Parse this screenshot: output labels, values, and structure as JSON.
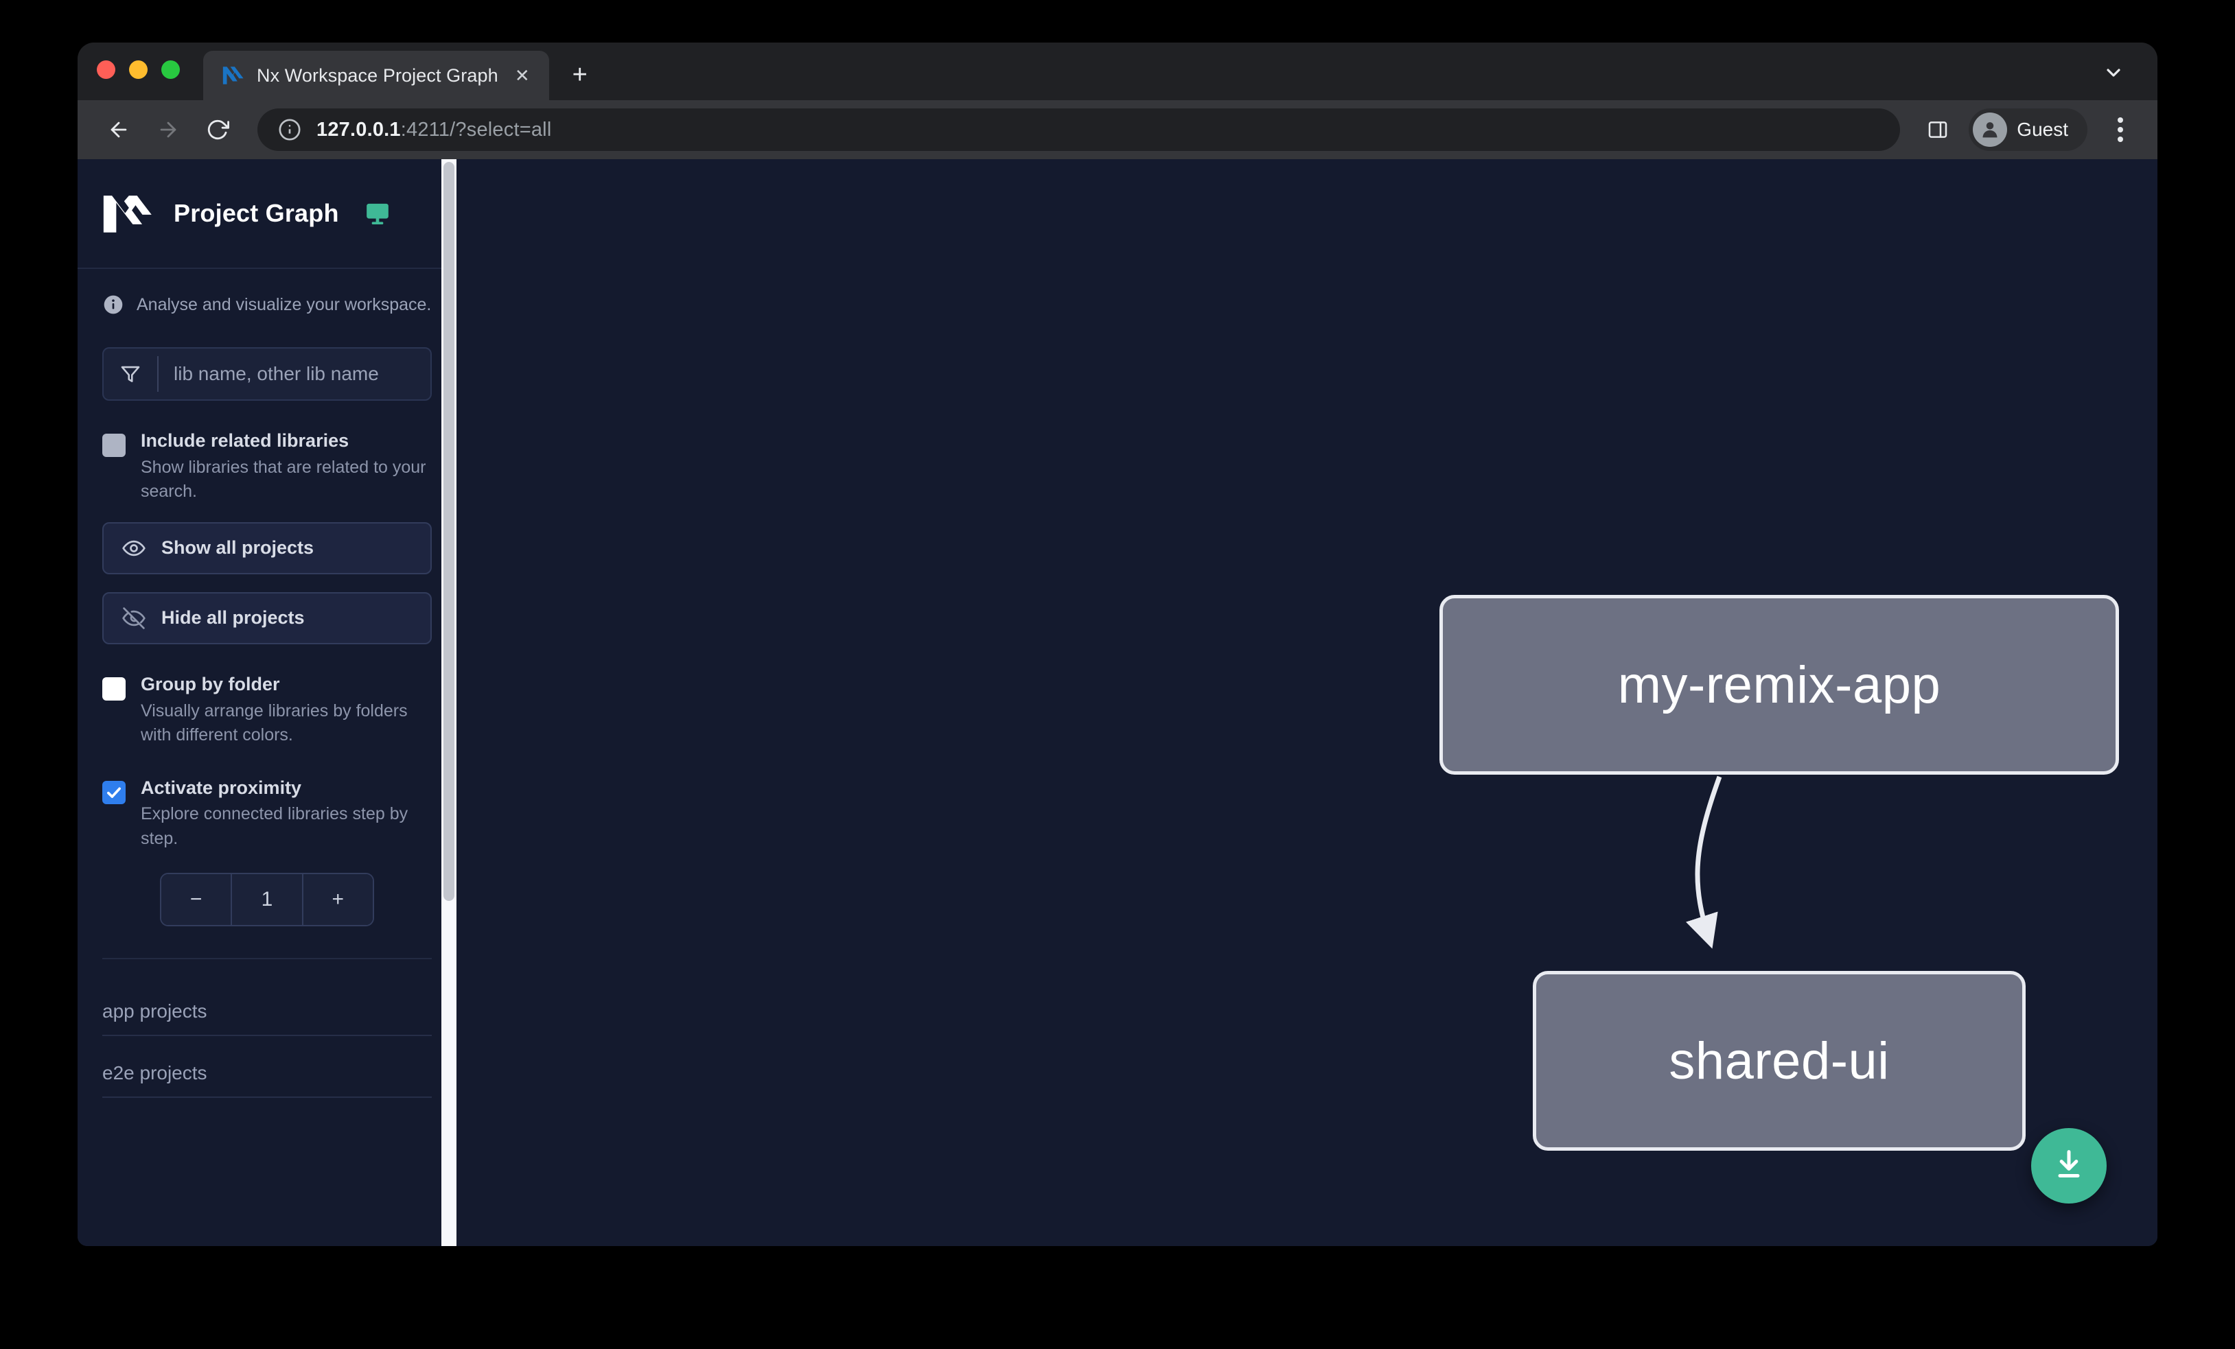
{
  "browser": {
    "window_controls": [
      "close",
      "minimize",
      "maximize"
    ],
    "tab": {
      "title": "Nx Workspace Project Graph",
      "favicon": "nx-favicon-icon",
      "close_label": "✕"
    },
    "new_tab_label": "+",
    "tab_list_icon": "chevron-down-icon",
    "nav": {
      "back_icon": "arrow-left-icon",
      "forward_icon": "arrow-right-icon",
      "reload_icon": "reload-icon"
    },
    "omnibox": {
      "info_icon": "info-circle-icon",
      "url_host": "127.0.0.1",
      "url_rest": ":4211/?select=all"
    },
    "side_panel_icon": "side-panel-icon",
    "profile": {
      "name": "Guest",
      "avatar_icon": "person-avatar-icon"
    },
    "menu_icon": "three-dot-menu-icon"
  },
  "sidebar": {
    "logo_icon": "nx-logo-icon",
    "title": "Project Graph",
    "monitor_icon": "monitor-icon",
    "subtitle": "Analyse and visualize your workspace.",
    "subtitle_icon": "info-icon",
    "filter": {
      "icon": "funnel-filter-icon",
      "placeholder": "lib name, other lib name",
      "value": ""
    },
    "options": [
      {
        "id": "include-related-libraries",
        "label": "Include related libraries",
        "description": "Show libraries that are related to your search.",
        "checked": false,
        "style": "muted"
      },
      {
        "id": "group-by-folder",
        "label": "Group by folder",
        "description": "Visually arrange libraries by folders with different colors.",
        "checked": false,
        "style": "blank"
      },
      {
        "id": "activate-proximity",
        "label": "Activate proximity",
        "description": "Explore connected libraries step by step.",
        "checked": true,
        "style": "checked"
      }
    ],
    "buttons": [
      {
        "id": "show-all-projects",
        "label": "Show all projects",
        "icon": "eye-icon"
      },
      {
        "id": "hide-all-projects",
        "label": "Hide all projects",
        "icon": "eye-off-icon"
      }
    ],
    "stepper": {
      "decrement": "−",
      "value": "1",
      "increment": "+"
    },
    "sections": [
      {
        "id": "app-projects",
        "label": "app projects"
      },
      {
        "id": "e2e-projects",
        "label": "e2e projects"
      }
    ]
  },
  "graph": {
    "nodes": [
      {
        "id": "my-remix-app",
        "label": "my-remix-app",
        "type": "app"
      },
      {
        "id": "shared-ui",
        "label": "shared-ui",
        "type": "lib"
      }
    ],
    "edges": [
      {
        "from": "my-remix-app",
        "to": "shared-ui"
      }
    ],
    "download_button": {
      "icon": "download-icon",
      "color": "#3fb996"
    },
    "background_color": "#141a2e",
    "node_fill": "#6d7183",
    "node_border": "#e9ebf1"
  }
}
